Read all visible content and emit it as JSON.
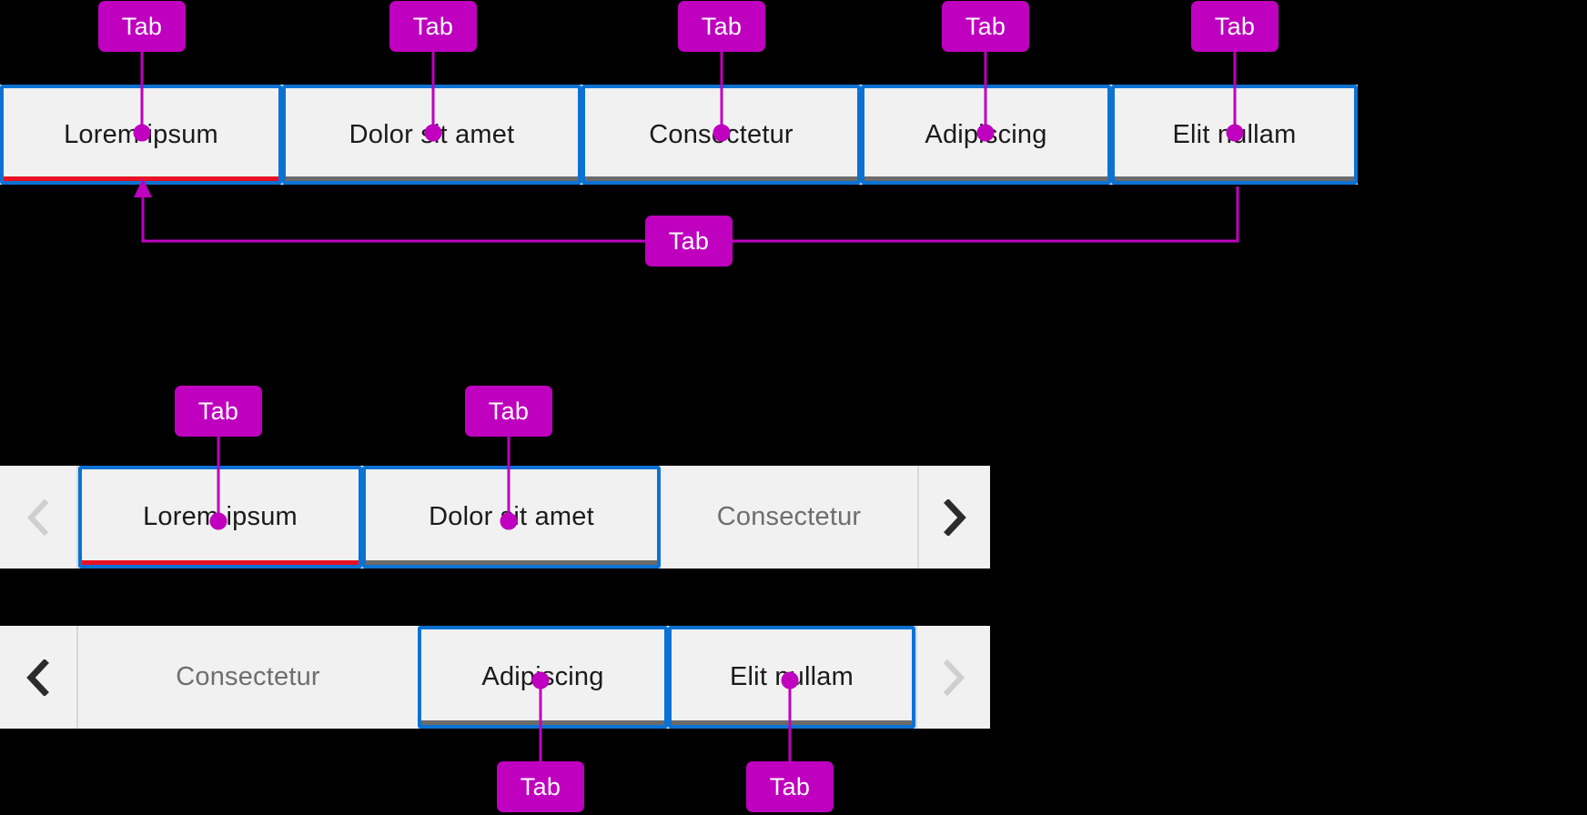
{
  "annotation": {
    "badge_label": "Tab",
    "badge_color": "#bf00bf",
    "line_color": "#bf00bf"
  },
  "theme": {
    "strip_background": "#f1f1f1",
    "page_background": "#000000",
    "focus_ring": "#0b72d4",
    "selected_underline": "#e81123",
    "inactive_underline": "#6b6b6b",
    "tab_text": "#1b1b1b",
    "tab_text_muted": "#6e6e6e",
    "chevron_enabled": "#2b2b2b",
    "chevron_disabled": "#cfcfcf"
  },
  "strips": [
    {
      "name": "full-tab-strip",
      "tabs": [
        {
          "label": "Lorem ipsum",
          "state": "selected",
          "focus_ring": true,
          "underline": "selected"
        },
        {
          "label": "Dolor sit amet",
          "state": "unselected",
          "focus_ring": true,
          "underline": "inactive"
        },
        {
          "label": "Consectetur",
          "state": "unselected",
          "focus_ring": true,
          "underline": "inactive"
        },
        {
          "label": "Adipiscing",
          "state": "unselected",
          "focus_ring": true,
          "underline": "inactive"
        },
        {
          "label": "Elit nullam",
          "state": "unselected",
          "focus_ring": true,
          "underline": "inactive"
        }
      ]
    },
    {
      "name": "scrollable-tab-strip-start",
      "scroll_left": {
        "icon": "chevron-left-icon",
        "enabled": false
      },
      "scroll_right": {
        "icon": "chevron-right-icon",
        "enabled": true
      },
      "tabs": [
        {
          "label": "Lorem ipsum",
          "state": "selected",
          "focus_ring": true,
          "underline": "selected"
        },
        {
          "label": "Dolor sit amet",
          "state": "unselected",
          "focus_ring": true,
          "underline": "inactive"
        },
        {
          "label": "Consectetur",
          "state": "unselected",
          "focus_ring": false,
          "underline": "none"
        }
      ]
    },
    {
      "name": "scrollable-tab-strip-end",
      "scroll_left": {
        "icon": "chevron-left-icon",
        "enabled": true
      },
      "scroll_right": {
        "icon": "chevron-right-icon",
        "enabled": false
      },
      "tabs": [
        {
          "label": "Consectetur",
          "state": "unselected",
          "focus_ring": false,
          "underline": "none"
        },
        {
          "label": "Adipiscing",
          "state": "unselected",
          "focus_ring": true,
          "underline": "inactive"
        },
        {
          "label": "Elit nullam",
          "state": "unselected",
          "focus_ring": true,
          "underline": "inactive"
        }
      ]
    }
  ],
  "callouts": [
    {
      "name": "callout-tab-1",
      "label": "Tab"
    },
    {
      "name": "callout-tab-2",
      "label": "Tab"
    },
    {
      "name": "callout-tab-3",
      "label": "Tab"
    },
    {
      "name": "callout-tab-4",
      "label": "Tab"
    },
    {
      "name": "callout-tab-5",
      "label": "Tab"
    },
    {
      "name": "callout-tablist",
      "label": "Tab"
    },
    {
      "name": "callout-tab-6",
      "label": "Tab"
    },
    {
      "name": "callout-tab-7",
      "label": "Tab"
    },
    {
      "name": "callout-tab-8",
      "label": "Tab"
    },
    {
      "name": "callout-tab-9",
      "label": "Tab"
    }
  ]
}
